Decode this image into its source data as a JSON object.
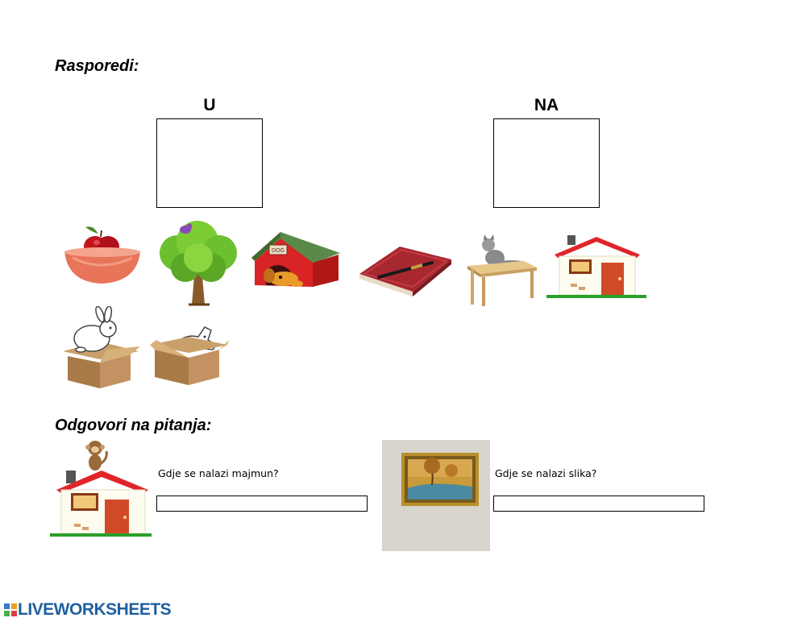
{
  "worksheet": {
    "section1_title": "Rasporedi:",
    "columns": [
      {
        "label": "U"
      },
      {
        "label": "NA"
      }
    ],
    "cards": [
      {
        "icon": "apple-in-bowl-icon"
      },
      {
        "icon": "bird-on-tree-icon"
      },
      {
        "icon": "dog-in-doghouse-icon"
      },
      {
        "icon": "pen-on-book-icon"
      },
      {
        "icon": "cat-on-table-icon"
      },
      {
        "icon": "house-icon"
      },
      {
        "icon": "rabbit-on-box-icon"
      },
      {
        "icon": "rabbit-in-box-icon"
      }
    ],
    "section2_title": "Odgovori na pitanja:",
    "questions": [
      {
        "text": "Gdje se nalazi majmun?",
        "answer": "",
        "icon": "monkey-on-house-icon"
      },
      {
        "text": "Gdje se nalazi slika?",
        "answer": "",
        "icon": "picture-on-wall-icon"
      }
    ]
  },
  "footer": {
    "logo_text": "LIVEWORKSHEETS"
  },
  "colors": {
    "roof": "#e0252a",
    "box": "#b58a54",
    "logo": "#1f5f9f"
  }
}
